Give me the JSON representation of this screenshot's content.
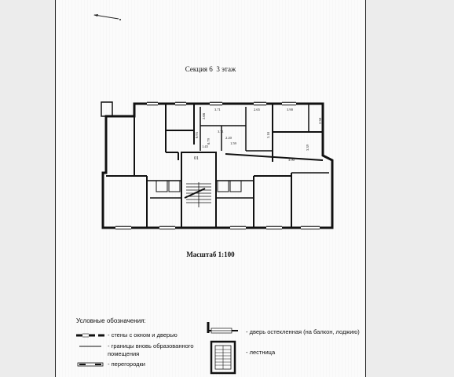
{
  "heading": {
    "section": "Секция 6",
    "floor": "3 этаж"
  },
  "plan": {
    "stair_label": "01",
    "dims": {
      "d1": "3.71",
      "d2": "2.65",
      "d3": "3.90",
      "d4": "2.08",
      "d5": "0.93",
      "d6": "3.71",
      "d7": "2.20",
      "d8": "3.18",
      "d9": "2.38",
      "d10": "3.39",
      "d11": "1.45",
      "d12": "0.79",
      "d13": "1.59",
      "d14": "3.90"
    }
  },
  "scale": "Масштаб 1:100",
  "legend": {
    "title": "Условные обозначения:",
    "walls": "- стены с окном и дверью",
    "borders": "- границы вновь образованного помещения",
    "partitions": "- перегородки",
    "glazed_door": "- дверь остекленная (на балкон, лоджию)",
    "stairs": "- лестница"
  }
}
